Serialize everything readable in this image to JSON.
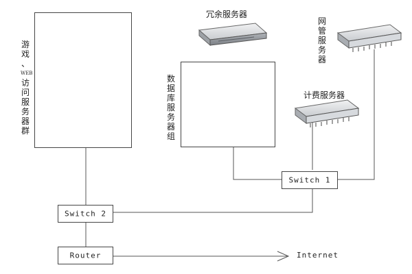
{
  "groups": {
    "game_web": {
      "label": "游戏、WEB访问服务器群"
    },
    "database": {
      "label": "数据库服务器组"
    }
  },
  "servers": {
    "redundant": {
      "label": "冗余服务器"
    },
    "network_mgmt": {
      "label": "网管服务器"
    },
    "billing": {
      "label": "计费服务器"
    }
  },
  "nodes": {
    "switch1": {
      "label": "Switch 1"
    },
    "switch2": {
      "label": "Switch 2"
    },
    "router": {
      "label": "Router"
    },
    "internet": {
      "label": "Internet"
    }
  },
  "colors": {
    "line": "#555555",
    "rack_front": "#2b2f36",
    "appliance_body": "#d9dcdf"
  }
}
